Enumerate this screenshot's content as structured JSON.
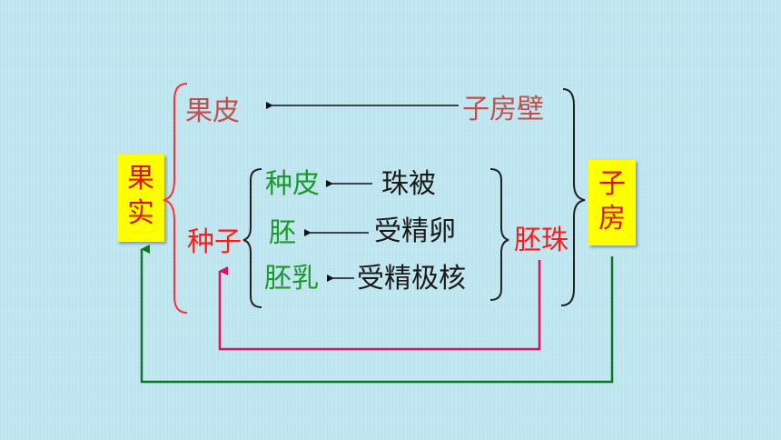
{
  "nodes": {
    "fruit": "果实",
    "ovary": "子房",
    "pericarp": "果皮",
    "ovary_wall": "子房壁",
    "seed": "种子",
    "ovule": "胚珠",
    "seed_coat": "种皮",
    "integument": "珠被",
    "embryo": "胚",
    "fertilized_egg": "受精卵",
    "endosperm": "胚乳",
    "fertilized_polar_nuclei": "受精极核"
  },
  "colors": {
    "background": "#bfe6f0",
    "highlight_box": "#ffff00",
    "box_text": "#e01010",
    "seed_parts": "#1a9a2a",
    "seed_label": "#ff1a1a",
    "ovule_label": "#ff1a1a",
    "pericarp_label": "#c0504d",
    "plain_text": "#1a1a1a",
    "brace_red": "#ff3030",
    "brace_dark": "#222222",
    "arrow_dark": "#111111",
    "arrow_pink": "#e0105a",
    "arrow_green": "#0a7a20"
  }
}
